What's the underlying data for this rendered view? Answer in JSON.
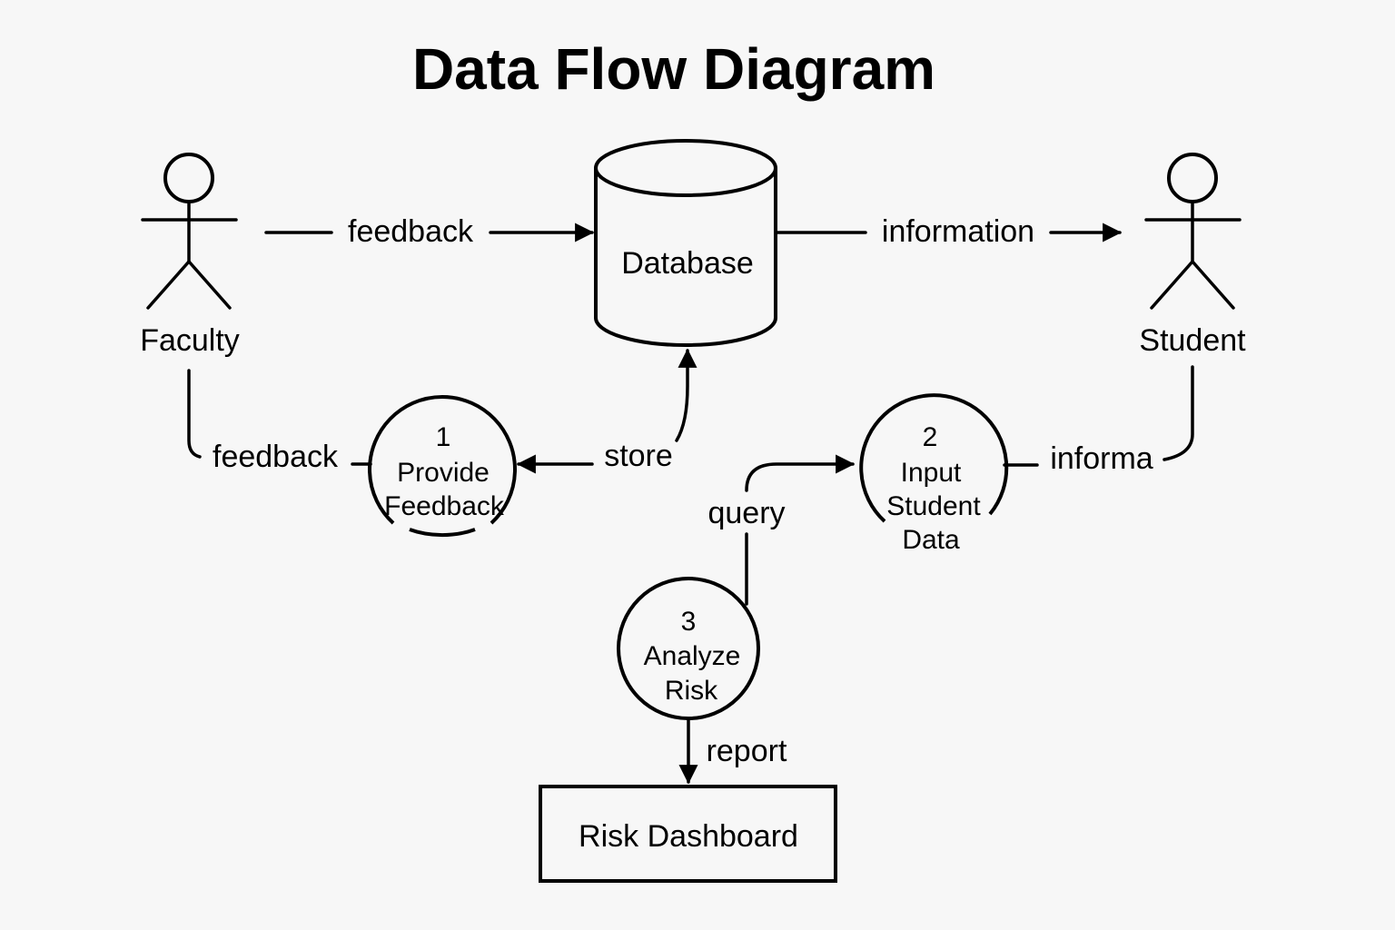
{
  "title": "Data Flow Diagram",
  "entities": {
    "faculty": "Faculty",
    "student": "Student"
  },
  "datastore": {
    "label": "Database"
  },
  "processes": {
    "p1": {
      "number": "1",
      "line1": "Provide",
      "line2": "Feedback"
    },
    "p2": {
      "number": "2",
      "line1": "Input",
      "line2": "Student",
      "line3": "Data"
    },
    "p3": {
      "number": "3",
      "line1": "Analyze",
      "line2": "Risk"
    }
  },
  "output": {
    "label": "Risk Dashboard"
  },
  "flows": {
    "feedback_top": "feedback",
    "information_top": "information",
    "feedback_left": "feedback",
    "store": "store",
    "query": "query",
    "informa": "informa",
    "report": "report"
  },
  "colors": {
    "background": "#f7f7f7",
    "ink": "#000000"
  }
}
